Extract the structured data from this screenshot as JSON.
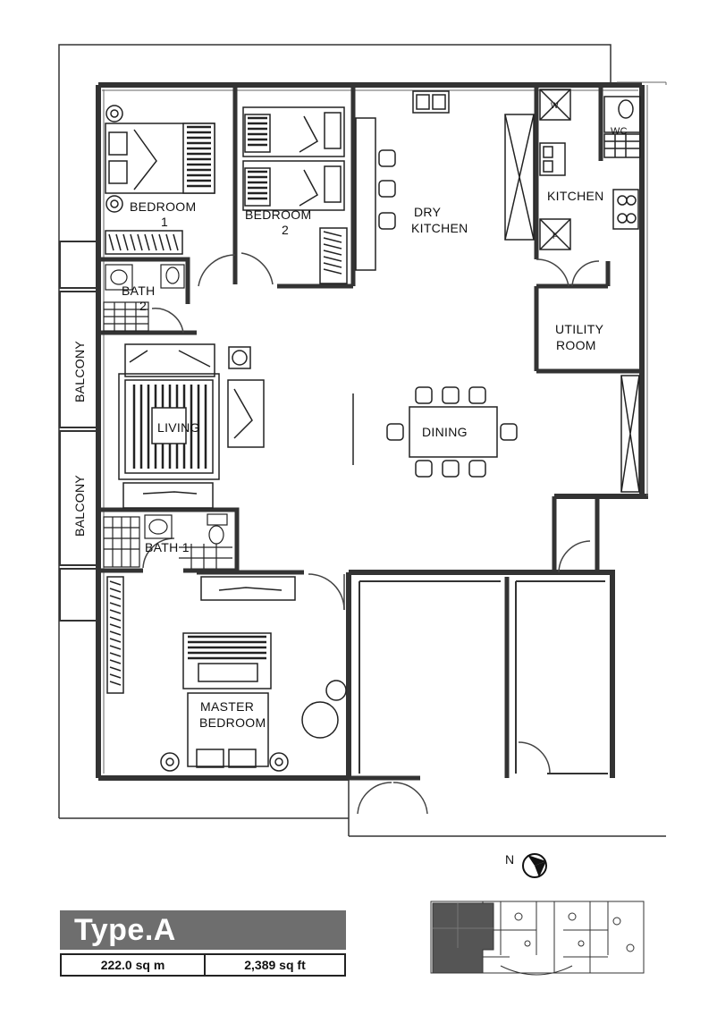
{
  "plan": {
    "rooms": {
      "bedroom1": "BEDROOM",
      "bedroom1_num": "1",
      "bedroom2": "BEDROOM",
      "bedroom2_num": "2",
      "dry_kitchen_line1": "DRY",
      "dry_kitchen_line2": "KITCHEN",
      "kitchen": "KITCHEN",
      "wc": "WC",
      "bath2_line1": "BATH",
      "bath2_line2": "2",
      "utility_line1": "UTILITY",
      "utility_line2": "ROOM",
      "living": "LIVING",
      "dining": "DINING",
      "balcony_top": "BALCONY",
      "balcony_bottom": "BALCONY",
      "bath1": "BATH 1",
      "master_line1": "MASTER",
      "master_line2": "BEDROOM"
    },
    "fixtures": {
      "washer_letter": "W",
      "fridge_letter": "F"
    }
  },
  "compass": {
    "label": "N"
  },
  "unit": {
    "title": "Type.A",
    "area_sqm": "222.0 sq m",
    "area_sqft": "2,389 sq ft"
  },
  "colors": {
    "wall": "#333333",
    "banner": "#6e6e6e",
    "keyplan_highlight": "#555555"
  }
}
